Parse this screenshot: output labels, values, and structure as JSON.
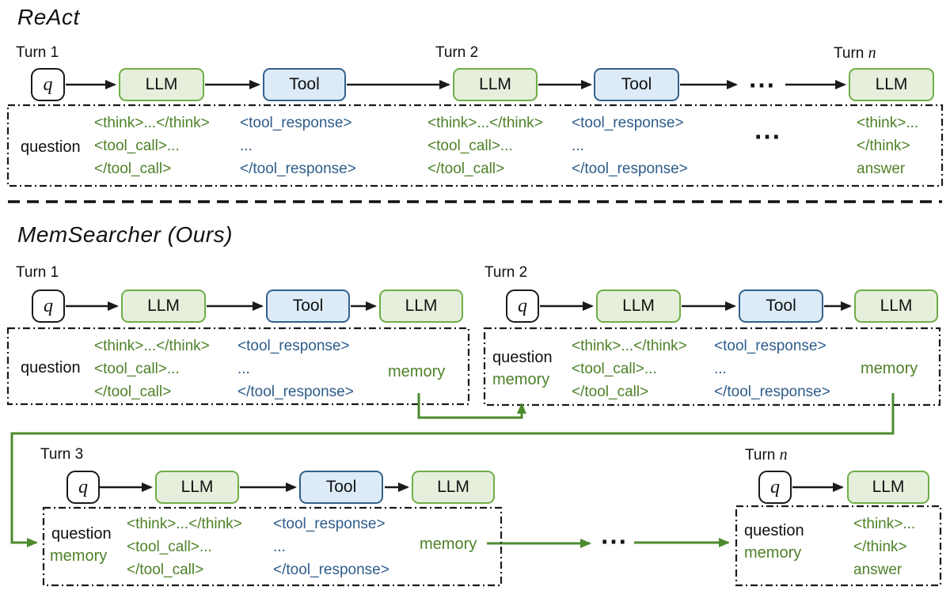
{
  "colors": {
    "llm_fill": "#e5efdb",
    "llm_border": "#6fae47",
    "tool_fill": "#dcebf7",
    "tool_border": "#33608c",
    "green_text": "#4e8128",
    "blue_text": "#2e5c8a",
    "memory_flow": "#4c8b2d"
  },
  "labels": {
    "q": "q",
    "llm": "LLM",
    "tool": "Tool",
    "dots": "⋯"
  },
  "react": {
    "title": "ReAct",
    "turn1": "Turn 1",
    "turn2": "Turn 2",
    "turnN_prefix": "Turn",
    "turnN_var": "n"
  },
  "memsearcher": {
    "title": "MemSearcher (Ours)",
    "turn1": "Turn 1",
    "turn2": "Turn 2",
    "turn3": "Turn 3",
    "turnN_prefix": "Turn",
    "turnN_var": "n"
  },
  "context": {
    "question": "question",
    "memory": "memory",
    "think_pair": "<think>...</think>",
    "tool_call_open": "<tool_call>...",
    "tool_call_close": "</tool_call>",
    "tool_response_open": "<tool_response>",
    "ellipsis": "...",
    "tool_response_close": "</tool_response>",
    "think_open": "<think>...",
    "think_close": "</think>",
    "answer": "answer"
  }
}
